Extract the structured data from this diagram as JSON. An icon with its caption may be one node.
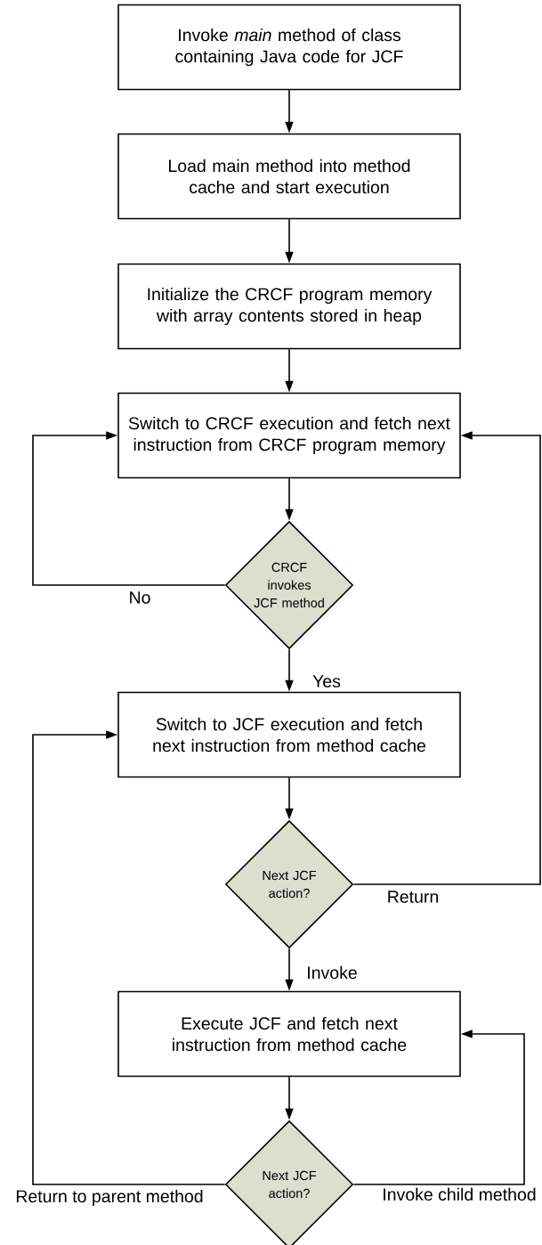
{
  "diagram": {
    "nodes": [
      {
        "text": [
          "Invoke *main* method of class containing Java code for JCF"
        ]
      },
      {
        "text": [
          "Load main method into method cache and start execution"
        ]
      },
      {
        "text": [
          "Initialize the CRCF program memory with array contents stored in heap"
        ]
      },
      {
        "text": [
          "Switch to CRCF execution and fetch next instruction from CRCF program memory"
        ]
      },
      {
        "text": [
          "CRCF invokes JCF method"
        ]
      },
      {
        "text": [
          "Switch to JCF execution and fetch next instruction from method cache"
        ]
      },
      {
        "text": [
          "Next JCF action?"
        ]
      },
      {
        "text": [
          "Execute JCF and fetch next instruction from method cache"
        ]
      },
      {
        "text": [
          "Next JCF action?"
        ]
      }
    ],
    "edges": [
      {
        "from": 0,
        "to": 1,
        "arrow": "to"
      },
      {
        "from": 1,
        "to": 2,
        "arrow": "to"
      },
      {
        "from": 2,
        "to": 3,
        "arrow": "to"
      },
      {
        "from": 3,
        "to": 4,
        "arrow": "to"
      },
      {
        "from": 4,
        "to": 5,
        "arrow": "to",
        "label": "Yes"
      },
      {
        "from": 4,
        "to": 3,
        "arrow": "to",
        "label": "No"
      },
      {
        "from": 5,
        "to": 6,
        "arrow": "to"
      },
      {
        "from": 6,
        "to": 7,
        "arrow": "to",
        "label": "Invoke"
      },
      {
        "from": 6,
        "to": 3,
        "arrow": "to",
        "label": "Return"
      },
      {
        "from": 7,
        "to": 8,
        "arrow": "to"
      },
      {
        "from": 8,
        "to": 7,
        "arrow": "to",
        "label": "Invoke child method"
      },
      {
        "from": 8,
        "to": 5,
        "arrow": "to",
        "label": "Return to parent method"
      }
    ]
  }
}
